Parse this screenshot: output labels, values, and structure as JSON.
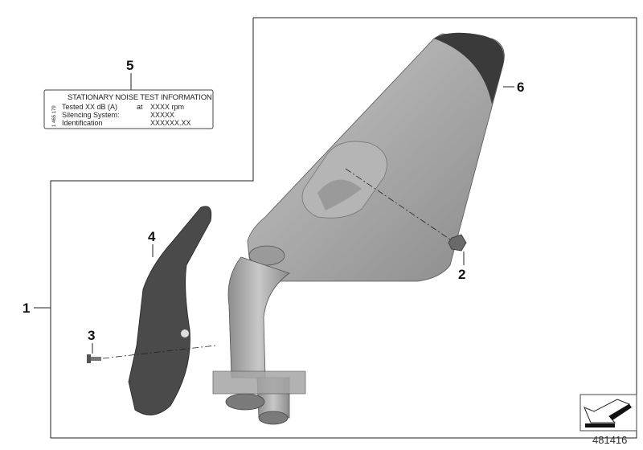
{
  "diagram": {
    "callouts": [
      "1",
      "2",
      "3",
      "4",
      "5",
      "6"
    ],
    "label_plate": {
      "title": "STATIONARY NOISE TEST INFORMATION",
      "side_code": "1 465 179",
      "rows": [
        {
          "left": "Tested XX dB (A)",
          "mid": "at",
          "right": "XXXX  rpm"
        },
        {
          "left": "Silencing System:",
          "mid": "",
          "right": "XXXXX"
        },
        {
          "left": "Identification",
          "mid": "",
          "right": "XXXXXX.XX"
        }
      ]
    },
    "diagram_number": "481416",
    "nav_icon": "arrow-down-left-icon"
  }
}
